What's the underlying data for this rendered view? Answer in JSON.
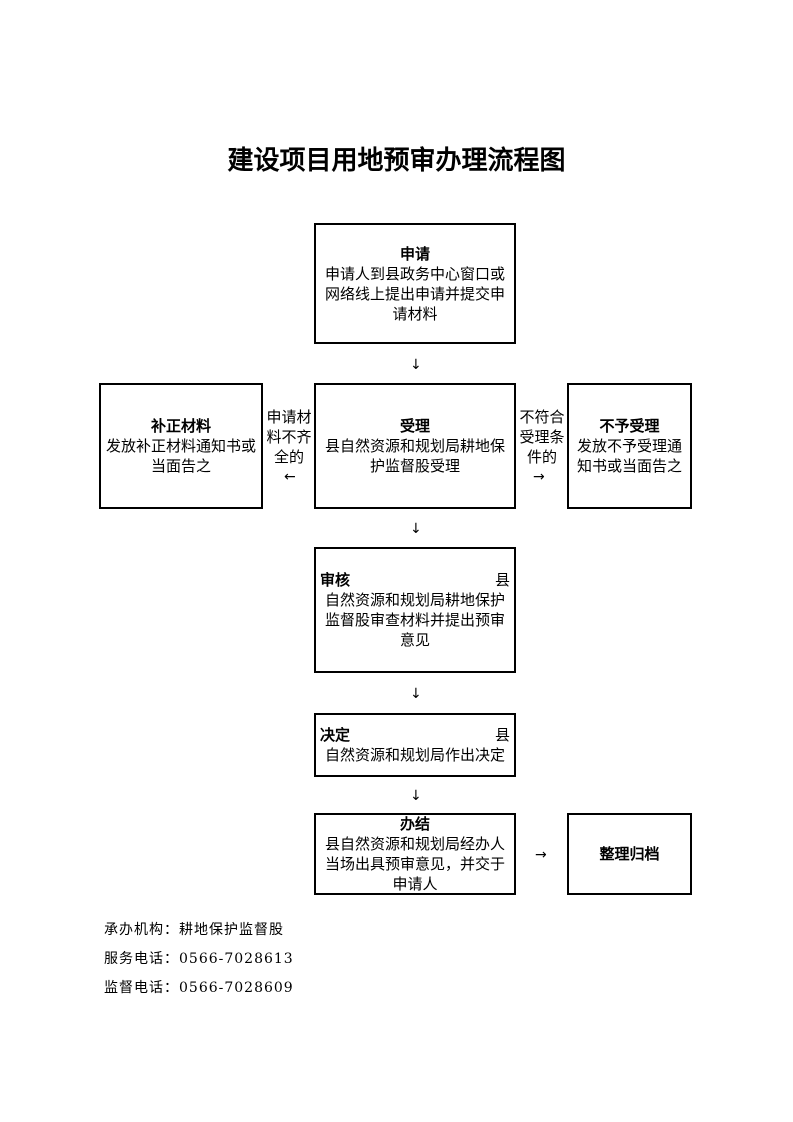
{
  "title": "建设项目用地预审办理流程图",
  "steps": {
    "apply": {
      "head": "申请",
      "body": "申请人到县政务中心窗口或网络线上提出申请并提交申请材料"
    },
    "supplement": {
      "head": "补正材料",
      "body": "发放补正材料通知书或当面告之"
    },
    "accept": {
      "head": "受理",
      "body": "县自然资源和规划局耕地保护监督股受理"
    },
    "reject": {
      "head": "不予受理",
      "body": "发放不予受理通知书或当面告之"
    },
    "review": {
      "head": "审核",
      "head_tail": "县",
      "body": "自然资源和规划局耕地保护监督股审查材料并提出预审意见"
    },
    "decide": {
      "head": "决定",
      "head_tail": "县",
      "body": "自然资源和规划局作出决定"
    },
    "complete": {
      "head": "办结",
      "body": "县自然资源和规划局经办人当场出具预审意见，并交于申请人"
    },
    "archive": {
      "head": "整理归档"
    }
  },
  "labels": {
    "incomplete": "申请材料不齐全的",
    "not_qualified": "不符合受理条件的"
  },
  "arrows": {
    "down": "↓",
    "left": "←",
    "right": "→"
  },
  "footer": {
    "office": "承办机构：耕地保护监督股",
    "service_phone": "服务电话：0566-7028613",
    "supervise_phone": "监督电话：0566-7028609"
  }
}
